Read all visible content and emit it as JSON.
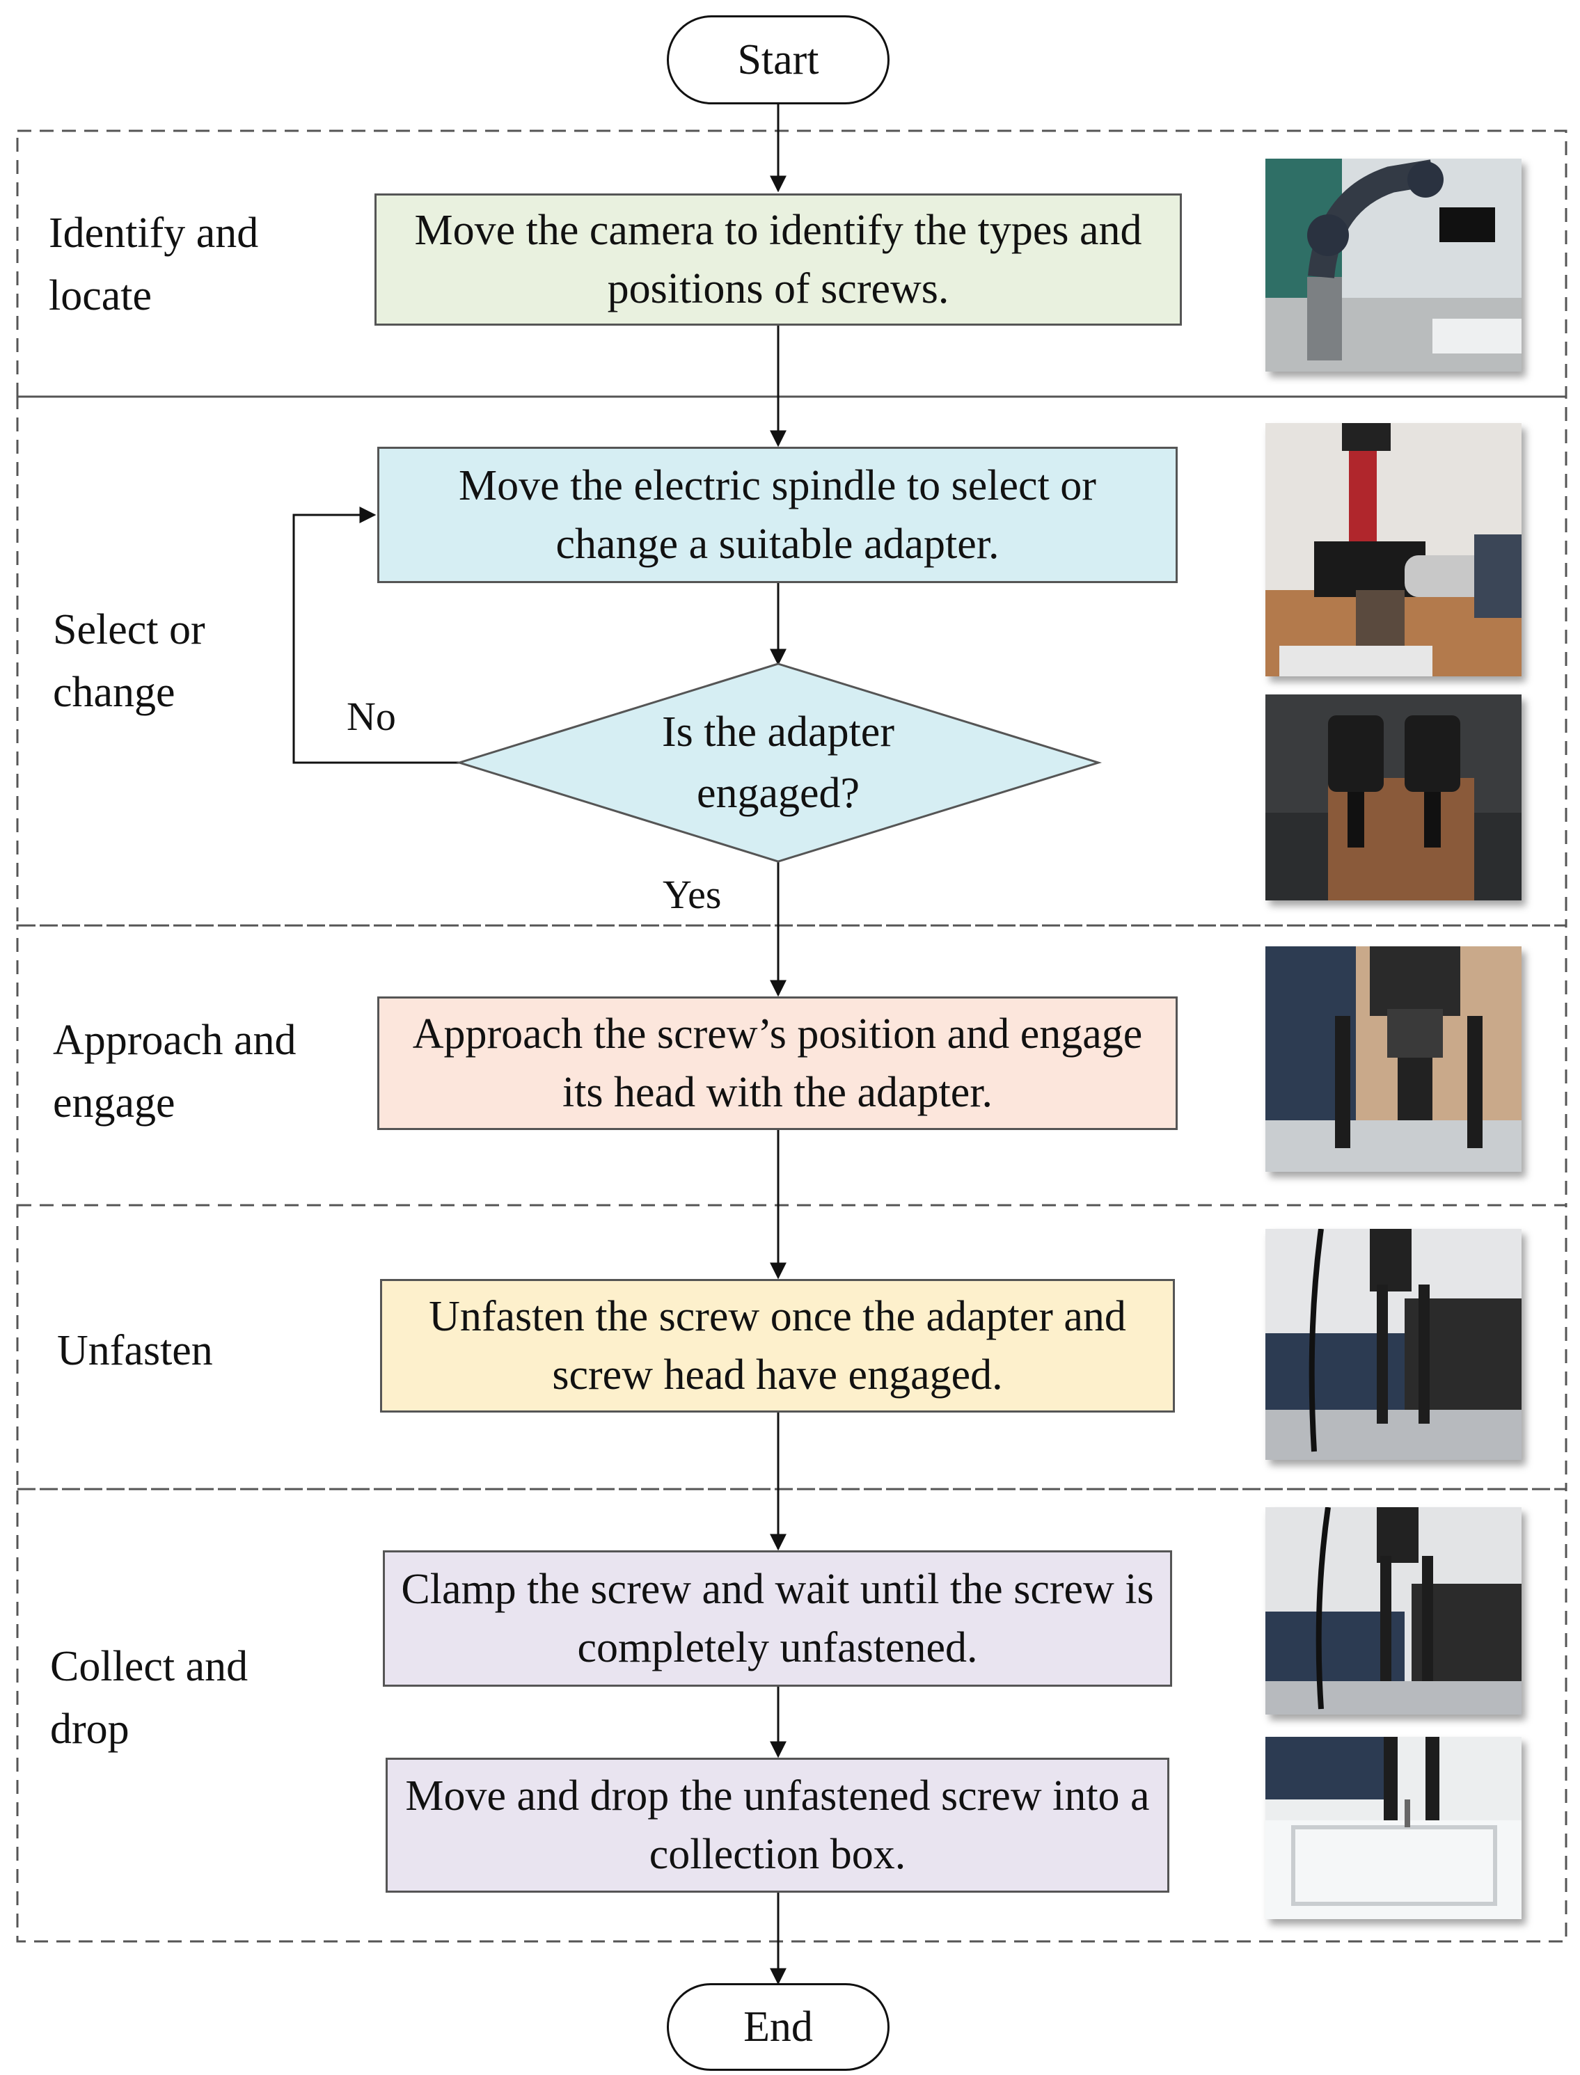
{
  "terminals": {
    "start": "Start",
    "end": "End"
  },
  "stages": [
    {
      "id": "identify",
      "label": "Identify and\nlocate"
    },
    {
      "id": "select",
      "label": "Select or\nchange"
    },
    {
      "id": "approach",
      "label": "Approach and\nengage"
    },
    {
      "id": "unfasten",
      "label": "Unfasten"
    },
    {
      "id": "collect",
      "label": "Collect and\ndrop"
    }
  ],
  "steps": {
    "identify": "Move the camera to identify the types and positions of screws.",
    "select": "Move the electric spindle to select or change a suitable adapter.",
    "approach": "Approach the screw’s position and engage its head with the adapter.",
    "unfasten": "Unfasten the screw once the adapter and screw head have engaged.",
    "clamp": "Clamp the screw and wait until the screw is completely unfastened.",
    "drop": "Move and drop the unfastened screw into a collection box."
  },
  "decision": {
    "question": "Is the adapter engaged?",
    "no_label": "No",
    "yes_label": "Yes"
  },
  "colors": {
    "identify_fill": "#e9f1df",
    "select_fill": "#d6eef3",
    "approach_fill": "#fce6dc",
    "unfasten_fill": "#fdf0cc",
    "collect_fill": "#e9e4f0",
    "decision_fill": "#d6eef3",
    "line": "#111111",
    "dash": "#555555"
  }
}
